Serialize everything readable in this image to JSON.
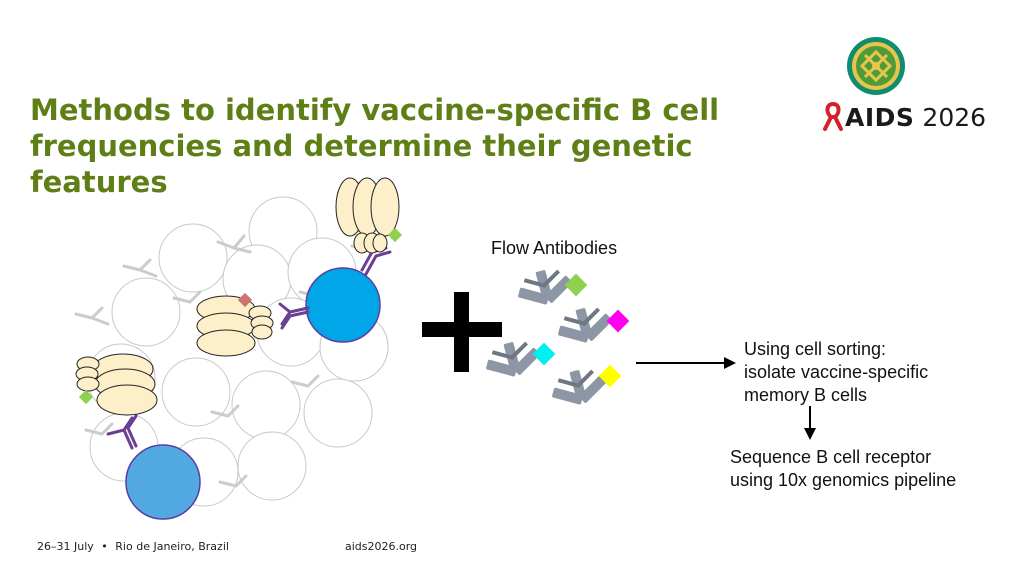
{
  "title": "Methods to identify vaccine-specific B cell frequencies and determine their genetic features",
  "logo": {
    "seal_icon": "conference-seal-icon",
    "ribbon_icon": "red-ribbon-icon",
    "name": "AIDS",
    "year": "2026",
    "ribbon_color": "#d4202c"
  },
  "diagram": {
    "flow_label": "Flow Antibodies",
    "sorting_text": [
      "Using cell sorting:",
      "isolate vaccine-specific",
      "memory B cells"
    ],
    "sequencing_text": [
      "Sequence B cell receptor",
      "using 10x genomics pipeline"
    ],
    "colors": {
      "title": "#5e7f16",
      "b_cell": "#00a6e8",
      "b_cell_2": "#52a8e0",
      "antigen_body": "#fcefc9",
      "receptor": "#6a3f94",
      "flow_antibody": "#8d96a4",
      "tag_green": "#8fd14f",
      "tag_magenta": "#ff00ee",
      "tag_cyan": "#00f0f0",
      "tag_yellow": "#ffff00"
    }
  },
  "footer": {
    "dates": "26–31 July",
    "bullet": "•",
    "location": "Rio de Janeiro, Brazil",
    "website": "aids2026.org"
  }
}
